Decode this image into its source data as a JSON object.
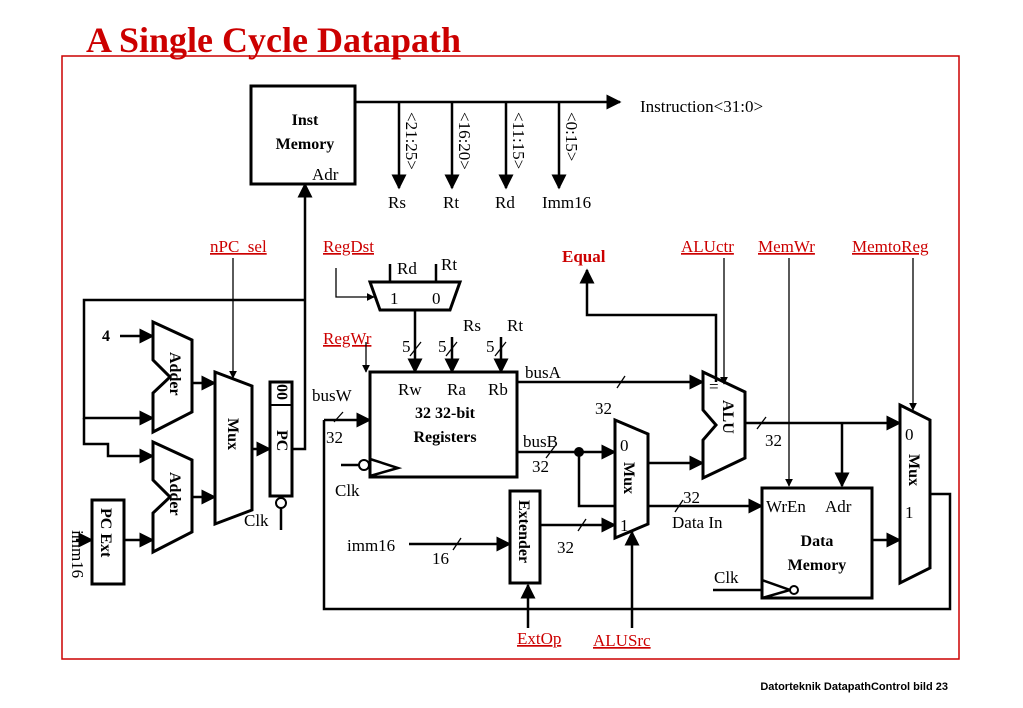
{
  "slide": {
    "title": "A Single Cycle Datapath",
    "footer": "Datorteknik DatapathControl bild 23"
  },
  "colors": {
    "title": "#cc0000",
    "control": "#cc0000",
    "frame": "#cc0000",
    "wire": "#000000"
  },
  "inst_memory": {
    "line1": "Inst",
    "line2": "Memory",
    "port": "Adr"
  },
  "instruction_bus": {
    "label": "Instruction<31:0>",
    "fields": [
      {
        "bits": "<21:25>",
        "name": "Rs"
      },
      {
        "bits": "<16:20>",
        "name": "Rt"
      },
      {
        "bits": "<11:15>",
        "name": "Rd"
      },
      {
        "bits": "<0:15>",
        "name": "Imm16"
      }
    ]
  },
  "controls": {
    "npc_sel": "nPC_sel",
    "regdst": "RegDst",
    "regwr": "RegWr",
    "equal": "Equal",
    "aluctr": "ALUctr",
    "memwr": "MemWr",
    "memtoreg": "MemtoReg",
    "extop": "ExtOp",
    "alusrc": "ALUSrc"
  },
  "regdst_mux": {
    "in_left": "Rd",
    "in_right": "Rt",
    "sel1": "1",
    "sel0": "0"
  },
  "register_file": {
    "rw": "Rw",
    "ra": "Ra",
    "rb": "Rb",
    "line1": "32 32-bit",
    "line2": "Registers",
    "in_rs": "Rs",
    "in_rt": "Rt",
    "width5": "5"
  },
  "buses": {
    "busA": "busA",
    "busB": "busB",
    "busW": "busW",
    "w32": "32",
    "w16": "16"
  },
  "clock": "Clk",
  "pc_logic": {
    "four": "4",
    "adder": "Adder",
    "mux": "Mux",
    "pc": "PC",
    "pc_bits": "00",
    "pc_ext": "PC Ext",
    "imm16": "imm16"
  },
  "extender": {
    "label": "Extender",
    "in": "imm16"
  },
  "alu_mux": {
    "label": "Mux",
    "in0": "0",
    "in1": "1"
  },
  "alu": {
    "label": "ALU",
    "eq": "="
  },
  "data_memory": {
    "wren": "WrEn",
    "adr": "Adr",
    "line1": "Data",
    "line2": "Memory",
    "data_in": "Data In"
  },
  "wb_mux": {
    "label": "Mux",
    "in0": "0",
    "in1": "1"
  }
}
